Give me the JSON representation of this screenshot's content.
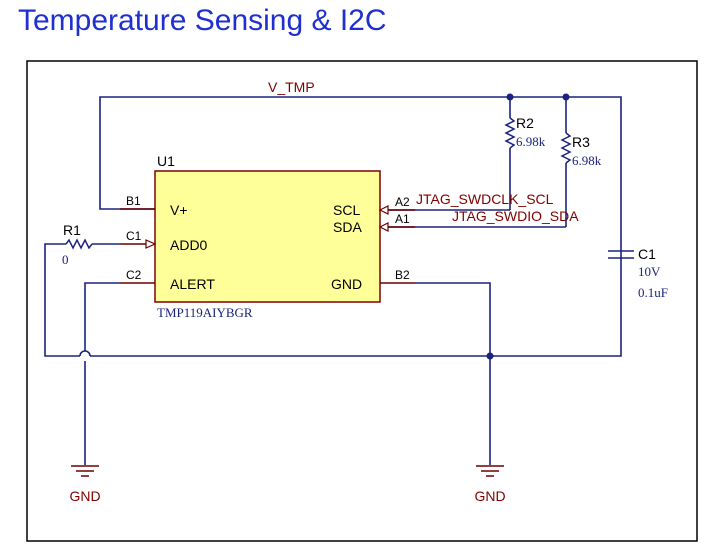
{
  "title": "Temperature Sensing & I2C",
  "nets": {
    "vtmp": "V_TMP",
    "scl": "JTAG_SWDCLK_SCL",
    "sda": "JTAG_SWDIO_SDA"
  },
  "u1": {
    "ref": "U1",
    "part": "TMP119AIYBGR",
    "pins": {
      "vplus": {
        "name": "V+",
        "num": "B1"
      },
      "add0": {
        "name": "ADD0",
        "num": "C1"
      },
      "alert": {
        "name": "ALERT",
        "num": "C2"
      },
      "scl": {
        "name": "SCL",
        "num": "A2"
      },
      "sda": {
        "name": "SDA",
        "num": "A1"
      },
      "gnd": {
        "name": "GND",
        "num": "B2"
      }
    }
  },
  "r1": {
    "ref": "R1",
    "value": "0"
  },
  "r2": {
    "ref": "R2",
    "value": "6.98k"
  },
  "r3": {
    "ref": "R3",
    "value": "6.98k"
  },
  "c1": {
    "ref": "C1",
    "voltage": "10V",
    "value": "0.1uF"
  },
  "gnd_labels": [
    "GND",
    "GND"
  ],
  "colors": {
    "title": "#1f2fd0",
    "wire": "#1a237e",
    "net_label": "#800000",
    "ic_fill": "#ffff99",
    "ic_border": "#800000"
  }
}
